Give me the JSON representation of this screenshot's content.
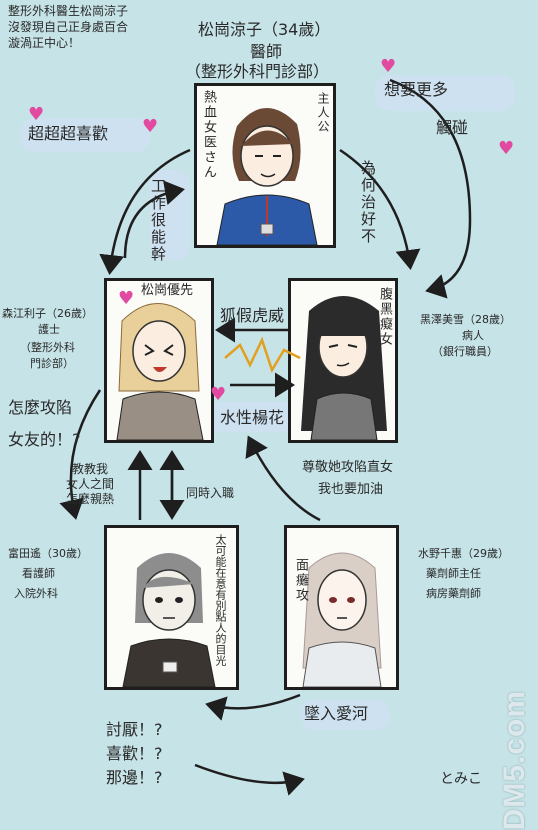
{
  "top_left_note": [
    "整形外科醫生松崗涼子",
    "沒發現自己正身處百合",
    "漩渦正中心！"
  ],
  "center": {
    "name": "松崗涼子（34歲）",
    "role": "醫師",
    "dept": "（整形外科門診部）"
  },
  "top_panel": {
    "tag_left": "熱血女医さん",
    "tag_right": "主人公"
  },
  "arrows": {
    "want_more": "想要更多",
    "touch": "觸碰",
    "super_love": "超超超喜歡",
    "capable": "工作很能幹",
    "why_cured": "為何治好不",
    "fox": "狐假虎威",
    "fickle": "水性楊花",
    "how_capture": "怎麼攻陷",
    "girlfriend": "女友的！?",
    "teach": [
      "教教我",
      "女人之間",
      "怎麼親熱"
    ],
    "same_time": "同時入職",
    "respect": [
      "尊敬她攻陷直女",
      "我也要加油"
    ],
    "fall_in_love": "墜入愛河",
    "hate": [
      "討厭！?",
      "喜歡！?",
      "那邊！?"
    ]
  },
  "panels": {
    "matsuoka": {
      "name": "松崗優先"
    },
    "kurosawa": {
      "tag": "腹黑癡女",
      "name": "黑澤美雪（28歲）",
      "role": "病人",
      "job": "（銀行職員）"
    },
    "morie": {
      "name": "森江利子（26歲）",
      "role": "護士",
      "dept": [
        "（整形外科",
        "門診部）"
      ]
    },
    "tomita": {
      "tag": "太可能在意有別點人的目光",
      "name": "富田遙（30歲）",
      "role": "看護師",
      "dept": "入院外科"
    },
    "mizuno": {
      "tag": "面癱攻",
      "name": "水野千惠（29歲）",
      "role": "藥劑師主任",
      "dept": "病房藥劑師"
    }
  },
  "signature": "とみこ",
  "watermark": "DM5.com",
  "colors": {
    "background": "#c6e3e7",
    "heart": "#e14aa0",
    "ink": "#1e1e1e"
  }
}
